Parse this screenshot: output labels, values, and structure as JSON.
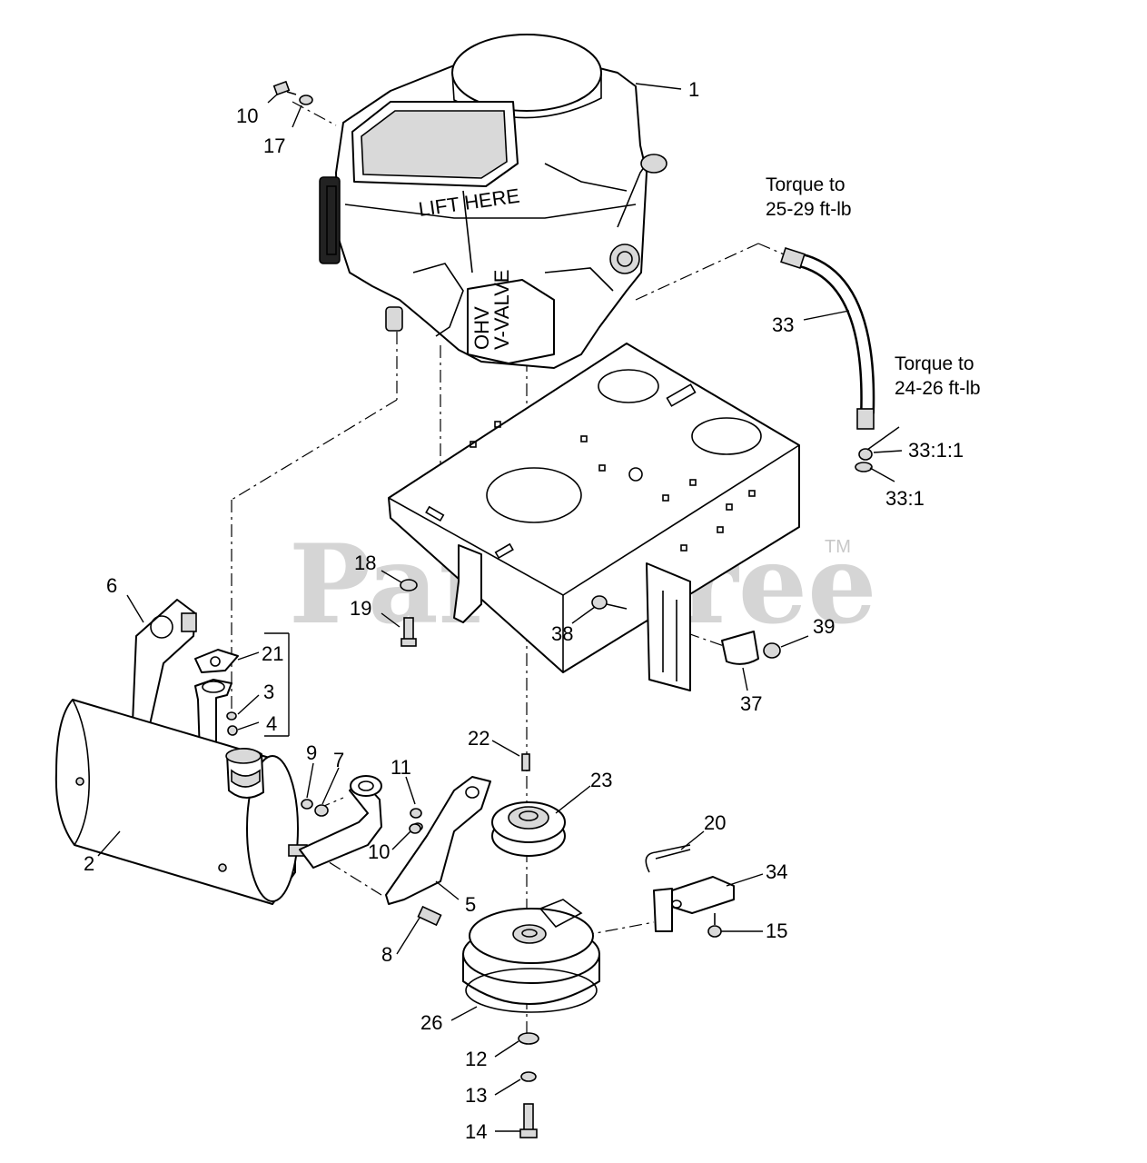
{
  "watermark": {
    "text": "PartsTree",
    "trademark": "TM"
  },
  "engine_text": {
    "ohv": "OHV",
    "valve": "V-VALVE",
    "lift_here": "LIFT HERE"
  },
  "notes": {
    "torque_upper_line1": "Torque to",
    "torque_upper_line2": "25-29 ft-lb",
    "torque_lower_line1": "Torque to",
    "torque_lower_line2": "24-26 ft-lb"
  },
  "callouts": {
    "c1": "1",
    "c10a": "10",
    "c17": "17",
    "c33": "33",
    "c33_1_1": "33:1:1",
    "c33_1": "33:1",
    "c18": "18",
    "c19": "19",
    "c38": "38",
    "c39": "39",
    "c37": "37",
    "c6": "6",
    "c21": "21",
    "c3": "3",
    "c4": "4",
    "c9": "9",
    "c7": "7",
    "c11": "11",
    "c10b": "10",
    "c2": "2",
    "c5": "5",
    "c8": "8",
    "c22": "22",
    "c23": "23",
    "c20": "20",
    "c34": "34",
    "c15": "15",
    "c26": "26",
    "c12": "12",
    "c13": "13",
    "c14": "14"
  }
}
